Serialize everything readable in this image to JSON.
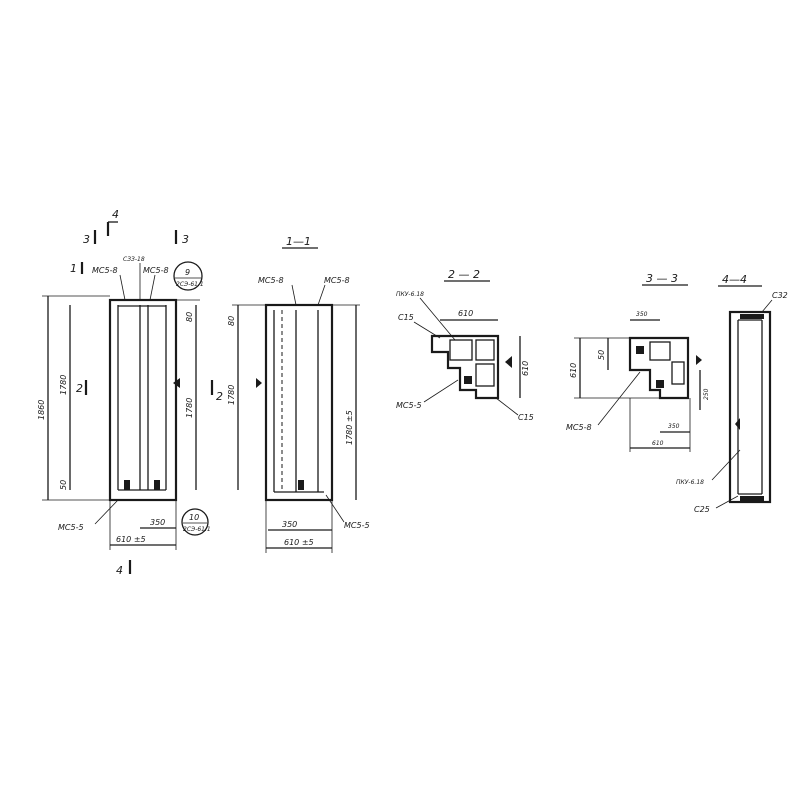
{
  "sections": {
    "s11": "1—1",
    "s22": "2 — 2",
    "s33": "3 — 3",
    "s44": "4—4"
  },
  "marks": {
    "m1": "1",
    "m3a": "3",
    "m3b": "3",
    "m4a": "4",
    "m4b": "4",
    "m2": "2",
    "m2b": "2"
  },
  "labels": {
    "mc58a": "МС5-8",
    "mc58b": "МС5-8",
    "c318": "СЗЗ-18",
    "mc58c": "МС5-8",
    "mc58d": "МС5-8",
    "mc55a": "МС5-5",
    "mc55b": "МС5-5",
    "mc55c": "МС5-5",
    "mc58e": "МС5-8",
    "pku": "ПКУ-6.18",
    "pku2": "ПКУ-6.18",
    "c15a": "С15",
    "c15b": "С15",
    "c32": "С32",
    "c25": "С25"
  },
  "bubbles": {
    "b9": "9",
    "b9sub": "2СЭ-61.1",
    "b10": "10",
    "b10sub": "2СЭ-61.1"
  },
  "dims": {
    "d1860": "1860",
    "d1780a": "1780",
    "d1780b": "1780",
    "d1780c": "1780",
    "d1780d": "1780 ±5",
    "d50a": "50",
    "d80a": "80",
    "d80b": "80",
    "d350a": "350",
    "d610a": "610 ±5",
    "d350b": "350",
    "d610b": "610 ±5",
    "d610c": "610",
    "d610d": "610",
    "d610e": "610",
    "d350c": "350",
    "d350d": "350",
    "d50b": "50",
    "d250": "250",
    "d610f": "610"
  },
  "colors": {
    "ink": "#1a1a1a",
    "paper": "#ffffff"
  }
}
